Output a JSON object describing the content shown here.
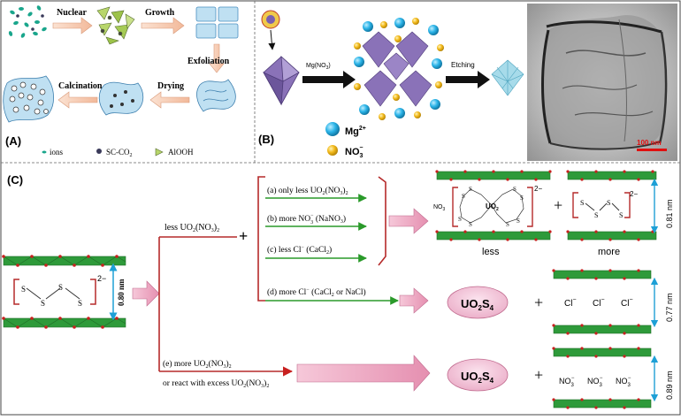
{
  "panel_a": {
    "label": "(A)",
    "steps": [
      "Nuclear",
      "Growth",
      "Exfoliation",
      "Drying",
      "Calcination"
    ],
    "legend": [
      "ions",
      "SC-CO",
      "2",
      "AlOOH"
    ]
  },
  "panel_b": {
    "label": "(B)",
    "reagent": "Mg(NO",
    "reagent_sub": "3",
    "reagent_end": ")",
    "etching": "Etching",
    "mg_ion": "Mg",
    "mg_sup": "2+",
    "no3": "NO",
    "no3_sub": "3",
    "no3_sup": "−",
    "scale": "100 nm"
  },
  "panel_c": {
    "label": "(C)",
    "left_spacing": "0.80 nm",
    "left_charge": "2−",
    "sulfur": "S",
    "branch_top": {
      "prefix": "less UO",
      "sub1": "2",
      "mid": "(NO",
      "sub2": "3",
      "end": ")",
      "sub3": "2"
    },
    "plus": "+",
    "conditions": {
      "a": {
        "text": "(a) only  less UO",
        "sub1": "2",
        "mid": "(NO",
        "sub2": "3",
        "end": ")",
        "sub3": "2"
      },
      "b": {
        "text": "(b) more NO",
        "sub": "3",
        "sup": "−",
        "rest": " (NaNO",
        "sub2": "3",
        "end": ")"
      },
      "c": {
        "text": "(c) less Cl",
        "sup": "−",
        "rest": " (CaCl",
        "sub": "2",
        "end": ")"
      },
      "d": {
        "text": "(d) more Cl",
        "sup": "−",
        "rest": " (CaCl",
        "sub": "2",
        "end": " or NaCl)"
      },
      "e1": {
        "text": "(e) more UO",
        "sub1": "2",
        "mid": "(NO",
        "sub2": "3",
        "end": ")",
        "sub3": "2"
      },
      "e2": {
        "text": "or react with excess UO",
        "sub1": "2",
        "mid": "(NO",
        "sub2": "3",
        "end": ")",
        "sub3": "2"
      }
    },
    "product_less": {
      "nitrate": "NO",
      "nitrate_sub": "3",
      "center": "UO",
      "center_sub": "2",
      "charge": "2−",
      "caption": "less"
    },
    "product_more": {
      "charge": "2−",
      "spacing": "0.81 nm",
      "caption": "more"
    },
    "product_d": {
      "complex": "UO",
      "sub1": "2",
      "s": "S",
      "sub2": "4",
      "plus": "+",
      "ions": [
        "Cl",
        "Cl",
        "Cl"
      ],
      "ion_sup": "−",
      "spacing": "0.77 nm"
    },
    "product_e": {
      "complex": "UO",
      "sub1": "2",
      "s": "S",
      "sub2": "4",
      "plus": "+",
      "ions": [
        "NO",
        "NO",
        "NO"
      ],
      "ion_sub": "3",
      "ion_sup": "−",
      "spacing": "0.89 nm"
    }
  },
  "colors": {
    "layer_green": "#2e9a3a",
    "layer_dark": "#1f6e27",
    "ox_red": "#c8201f",
    "branch_red": "#b52a2a",
    "arrow_green": "#2a9a2a",
    "pink_arrow": "#e79bb8",
    "pink_ellipse": "#f3c6d9",
    "spacing_blue": "#1ea0d6",
    "mg_blue": "#2bb4e8",
    "no3_yellow": "#f2b91a",
    "octa_purple": "#8a72b8"
  }
}
